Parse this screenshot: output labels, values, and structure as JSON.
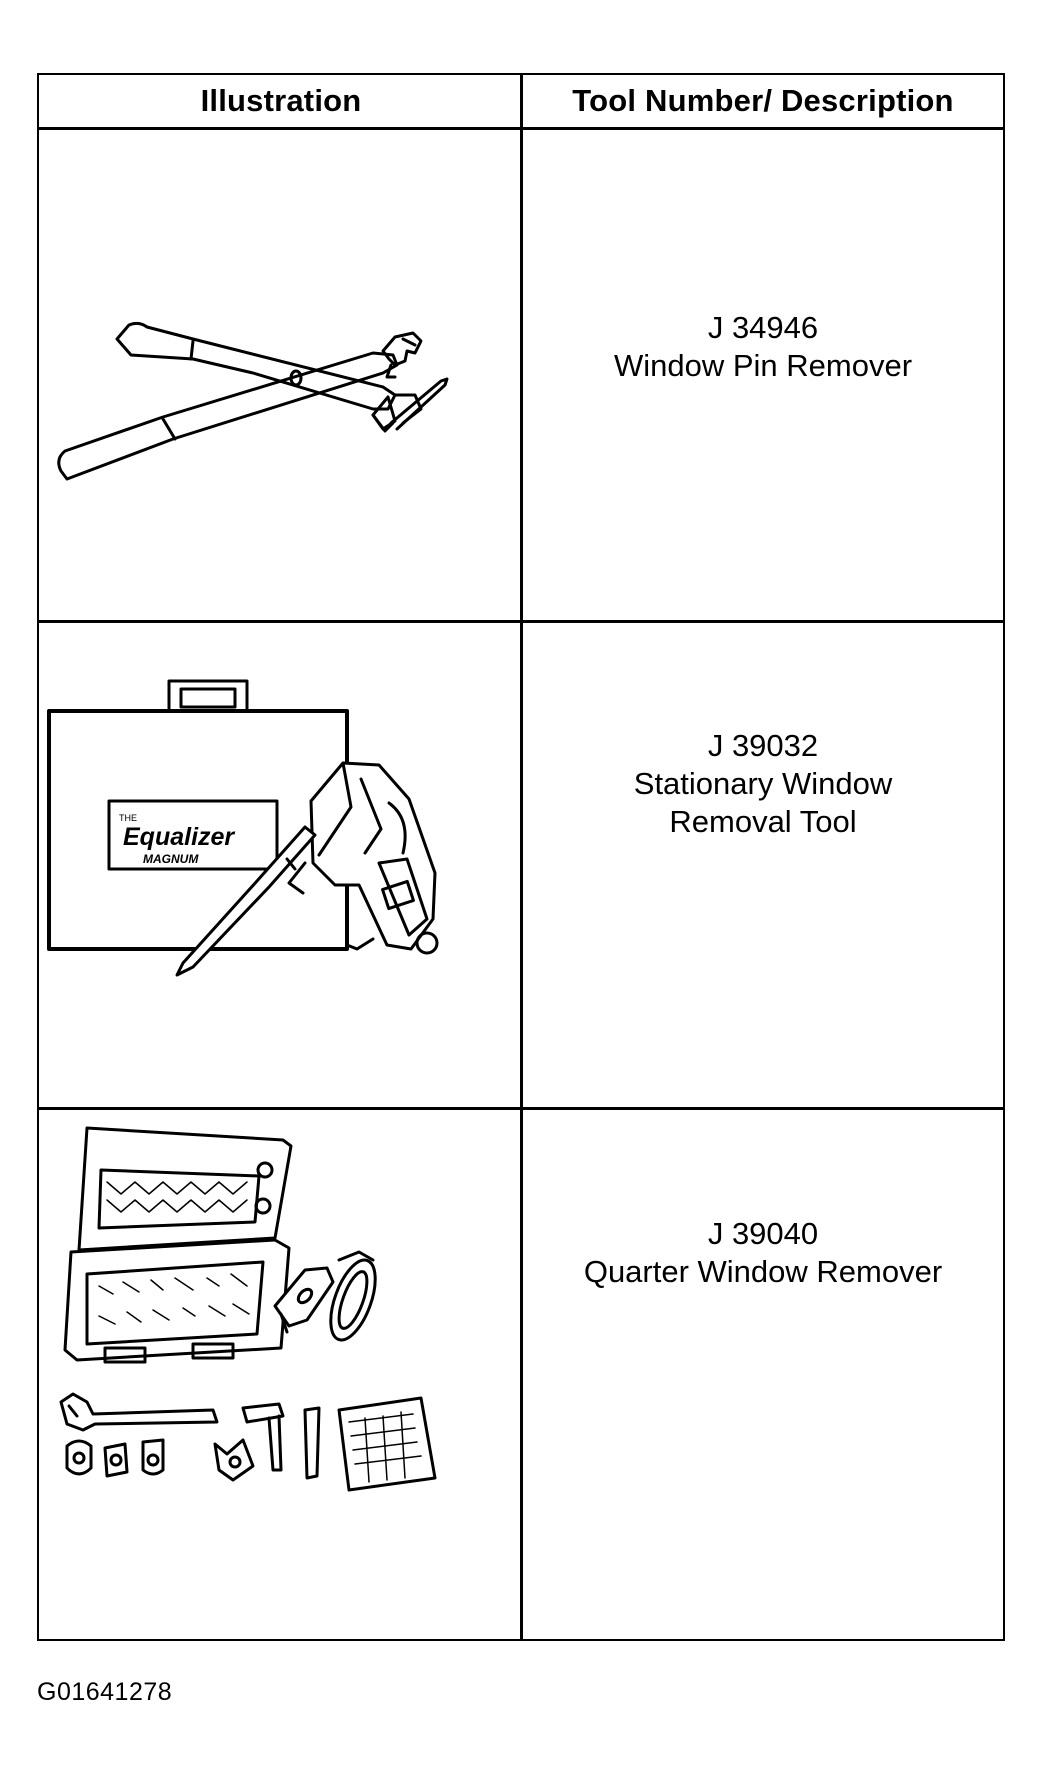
{
  "table": {
    "headers": {
      "illustration": "Illustration",
      "tool": "Tool Number/ Description"
    },
    "rows": [
      {
        "tool_number": "J 34946",
        "description_lines": [
          "Window Pin Remover"
        ],
        "illustration": "window-pin-remover-icon"
      },
      {
        "tool_number": "J 39032",
        "description_lines": [
          "Stationary Window",
          "Removal Tool"
        ],
        "illustration": "stationary-window-removal-tool-icon",
        "case_label": {
          "small": "THE",
          "brand": "Equalizer",
          "model": "MAGNUM"
        }
      },
      {
        "tool_number": "J 39040",
        "description_lines": [
          "Quarter Window Remover"
        ],
        "illustration": "quarter-window-remover-kit-icon"
      }
    ]
  },
  "figure_id": "G01641278"
}
